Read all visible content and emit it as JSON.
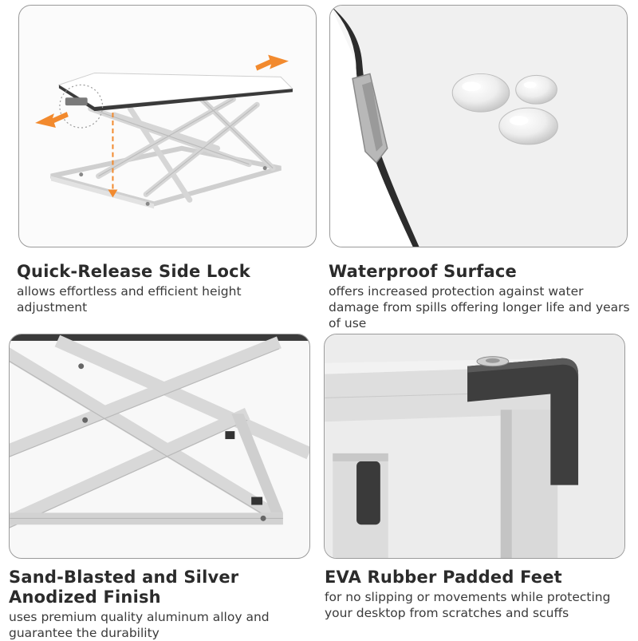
{
  "features": [
    {
      "title": "Quick-Release Side Lock",
      "description": "allows effortless and efficient height adjustment"
    },
    {
      "title": "Waterproof Surface",
      "description": "offers increased protection against water damage from spills offering longer life and years of use"
    },
    {
      "title": "Sand-Blasted and Silver Anodized Finish",
      "description": "uses premium quality aluminum alloy and guarantee the durability"
    },
    {
      "title": "EVA Rubber Padded Feet",
      "description": "for no slipping or movements while protecting your desktop from scratches and scuffs"
    }
  ],
  "colors": {
    "arrow_accent": "#f28a2e",
    "frame_silver": "#d4d4d4",
    "rubber_foot": "#4a4a4a",
    "border": "#9a9a9a"
  }
}
